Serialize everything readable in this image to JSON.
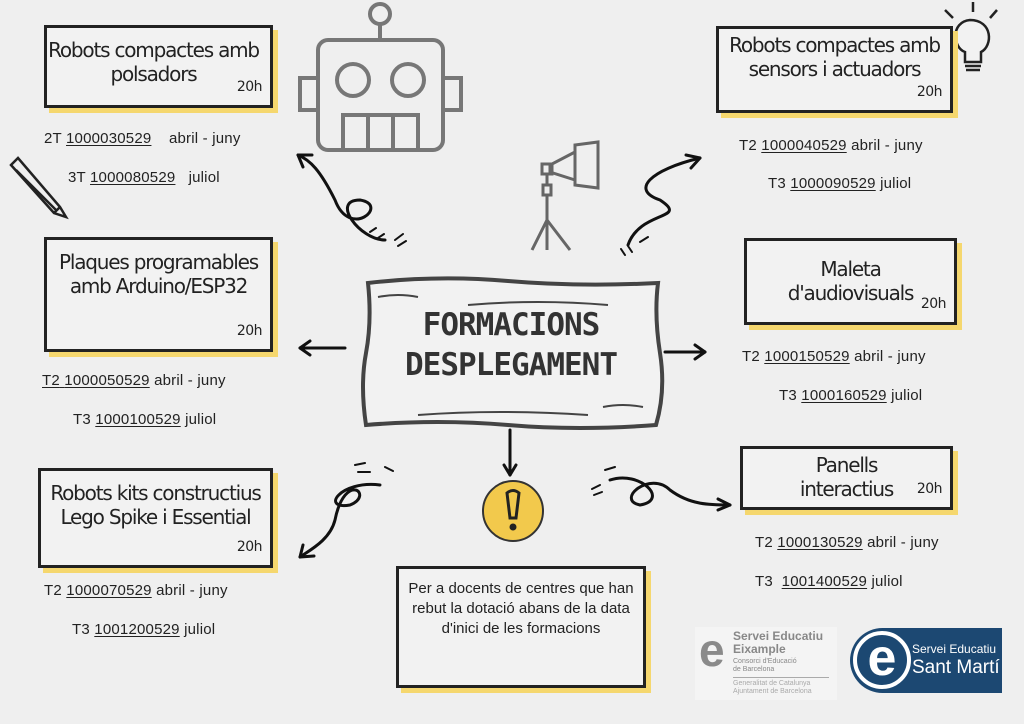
{
  "center": {
    "title_line1": "FORMACIONS",
    "title_line2": "DESPLEGAMENT"
  },
  "courses": [
    {
      "title": "Robots compactes amb polsadors",
      "hours": "20h",
      "sessions": [
        {
          "term": "2T",
          "code": "1000030529",
          "period": "abril - juny"
        },
        {
          "term": "3T",
          "code": "1000080529",
          "period": "juliol"
        }
      ]
    },
    {
      "title": "Plaques programables amb Arduino/ESP32",
      "hours": "20h",
      "sessions": [
        {
          "term": "T2",
          "code": "1000050529",
          "period": "abril - juny"
        },
        {
          "term": "T3",
          "code": "1000100529",
          "period": "juliol"
        }
      ]
    },
    {
      "title": "Robots kits constructius Lego Spike i Essential",
      "hours": "20h",
      "sessions": [
        {
          "term": "T2",
          "code": "1000070529",
          "period": "abril - juny"
        },
        {
          "term": "T3",
          "code": "1001200529",
          "period": "juliol"
        }
      ]
    },
    {
      "title": "Robots compactes amb sensors i actuadors",
      "hours": "20h",
      "sessions": [
        {
          "term": "T2",
          "code": "1000040529",
          "period": "abril - juny"
        },
        {
          "term": "T3",
          "code": "1000090529",
          "period": "juliol"
        }
      ]
    },
    {
      "title": "Maleta d'audiovisuals",
      "hours": "20h",
      "sessions": [
        {
          "term": "T2",
          "code": "1000150529",
          "period": "abril - juny"
        },
        {
          "term": "T3",
          "code": "1000160529",
          "period": "juliol"
        }
      ]
    },
    {
      "title": "Panells interactius",
      "hours": "20h",
      "sessions": [
        {
          "term": "T2",
          "code": "1000130529",
          "period": "abril - juny"
        },
        {
          "term": "T3",
          "code": "1001400529",
          "period": "juliol"
        }
      ]
    }
  ],
  "note": "Per a docents de centres que han rebut la dotació abans de la data d'inici de les formacions",
  "logos": {
    "eixample": {
      "l1": "Servei Educatiu",
      "l2": "Eixample",
      "l3": "Consorci d'Educació",
      "l4": "de Barcelona",
      "l5": "Generalitat de Catalunya",
      "l6": "Ajuntament de Barcelona"
    },
    "sant_marti": {
      "l1": "Servei Educatiu",
      "l2": "Sant Martí"
    }
  },
  "colors": {
    "accent": "#f5d76e",
    "ink": "#222222",
    "logo_blue": "#1c4872"
  }
}
